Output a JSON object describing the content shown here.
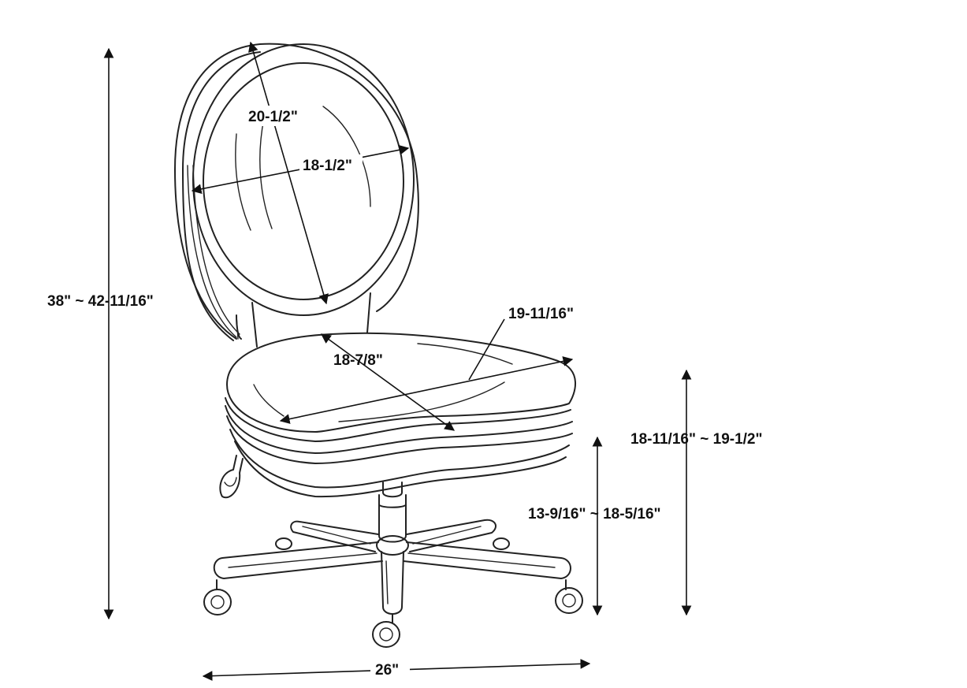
{
  "dimensions": {
    "overall_height": "38\" ~ 42-11/16\"",
    "back_height": "20-1/2\"",
    "back_width": "18-1/2\"",
    "seat_depth": "18-7/8\"",
    "seat_width": "19-11/16\"",
    "seat_height": "18-11/16\" ~ 19-1/2\"",
    "seat_lift_range": "13-9/16\" ~ 18-5/16\"",
    "base_width": "26\""
  },
  "colors": {
    "line": "#222222",
    "text": "#111111",
    "background": "#ffffff"
  }
}
